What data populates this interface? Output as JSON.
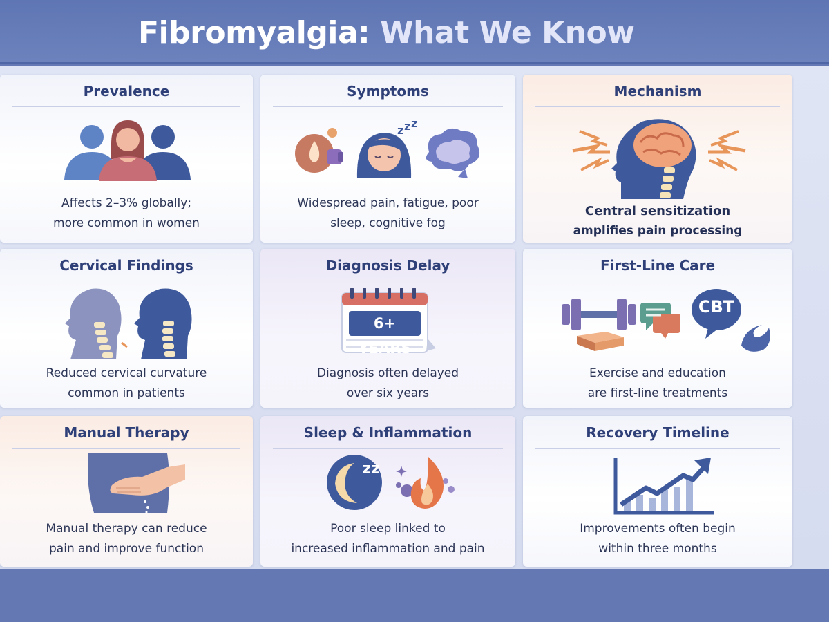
{
  "header": {
    "title_main": "Fibromyalgia:",
    "title_accent": "What We Know"
  },
  "cards": [
    {
      "title": "Prevalence",
      "lines": [
        "Affects 2–3% globally;",
        "more common in women"
      ],
      "icon": "people-icon"
    },
    {
      "title": "Symptoms",
      "lines": [
        "Widespread pain, fatigue, poor",
        "sleep, cognitive fog"
      ],
      "icon": "symptoms-icon"
    },
    {
      "title": "Mechanism",
      "lines": [
        "Central sensitization",
        "amplifies pain processing"
      ],
      "icon": "brain-head-icon"
    },
    {
      "title": "Cervical Findings",
      "lines": [
        "Reduced cervical curvature",
        "common in patients"
      ],
      "icon": "cervical-spine-icon"
    },
    {
      "title": "Diagnosis Delay",
      "lines": [
        "Diagnosis often delayed",
        "over six years"
      ],
      "icon": "calendar-icon",
      "badge": "6+ YEARS"
    },
    {
      "title": "First-Line Care",
      "lines": [
        "Exercise and education",
        "are first-line treatments"
      ],
      "icon": "care-icons",
      "badge": "CBT"
    },
    {
      "title": "Manual Therapy",
      "lines": [
        "Manual therapy can reduce",
        "pain and improve function"
      ],
      "icon": "hand-back-icon"
    },
    {
      "title": "Sleep & Inflammation",
      "lines": [
        "Poor sleep linked to",
        "increased inflammation and pain"
      ],
      "icon": "moon-fire-icon",
      "badge": "zz"
    },
    {
      "title": "Recovery Timeline",
      "lines": [
        "Improvements often begin",
        "within three months"
      ],
      "icon": "rising-chart-icon"
    }
  ],
  "colors": {
    "header": "#6479b3",
    "title_text": "#2f3f78",
    "accent_orange": "#e58a4e",
    "navy": "#3f5a9c"
  }
}
